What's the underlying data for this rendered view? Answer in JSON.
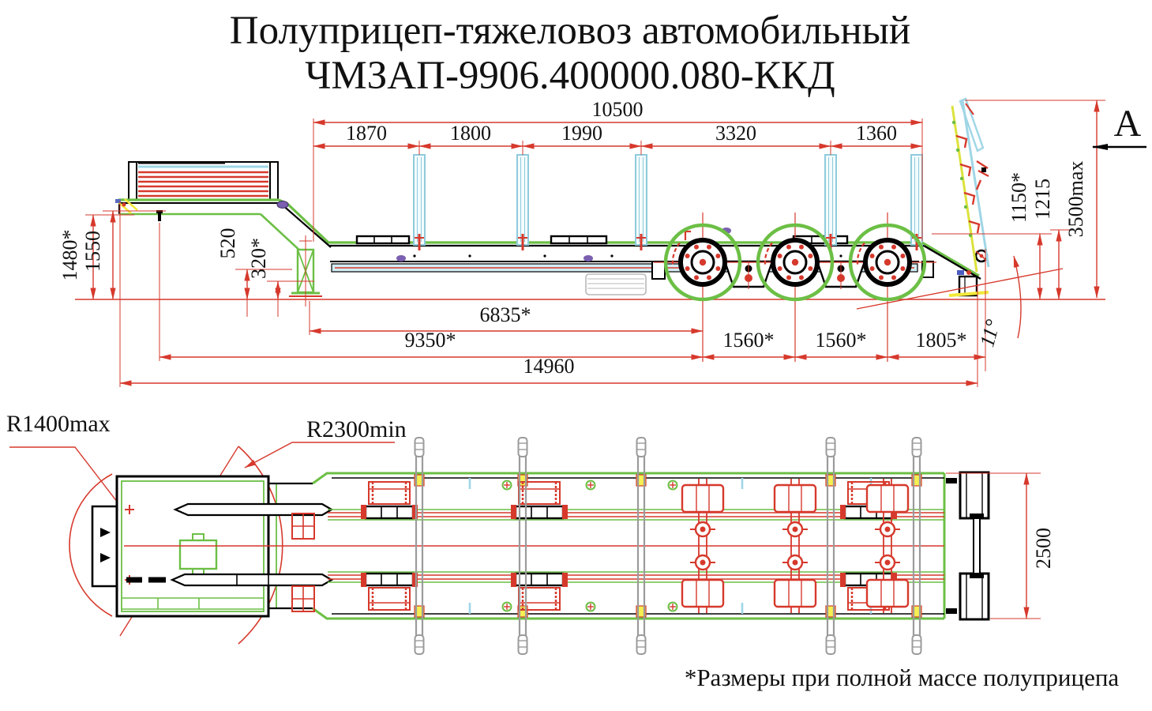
{
  "title": {
    "line1": "Полуприцеп-тяжеловоз автомобильный",
    "line2": "ЧМЗАП-9906.400000.080-ККД"
  },
  "footnote": "*Размеры при полной массе полуприцепа",
  "view_arrow": {
    "label": "A"
  },
  "side_view": {
    "top_total": "10500",
    "top_segments": [
      "1870",
      "1800",
      "1990",
      "3320",
      "1360"
    ],
    "front_height_laden": "1480*",
    "front_height": "1550",
    "frame_clearance": "520",
    "frame_clearance_laden": "320*",
    "support_to_axle": "6835*",
    "kingpin_to_axle": "9350*",
    "axle_spacing_1": "1560*",
    "axle_spacing_2": "1560*",
    "rear_overhang": "1805*",
    "overall_length": "14960",
    "rear_height_laden": "1150*",
    "rear_height": "1215",
    "max_height": "3500max",
    "ramp_angle": "11°"
  },
  "top_view": {
    "overall_width": "2500",
    "front_radius": "R1400max",
    "rear_radius": "R2300min"
  },
  "colors": {
    "dimension_red": "#d6392c",
    "frame_green": "#6cbf45",
    "stake_cyan": "#9fd6e6",
    "accent_yellow": "#f2e93a",
    "post_gray": "#9b9b9b"
  }
}
